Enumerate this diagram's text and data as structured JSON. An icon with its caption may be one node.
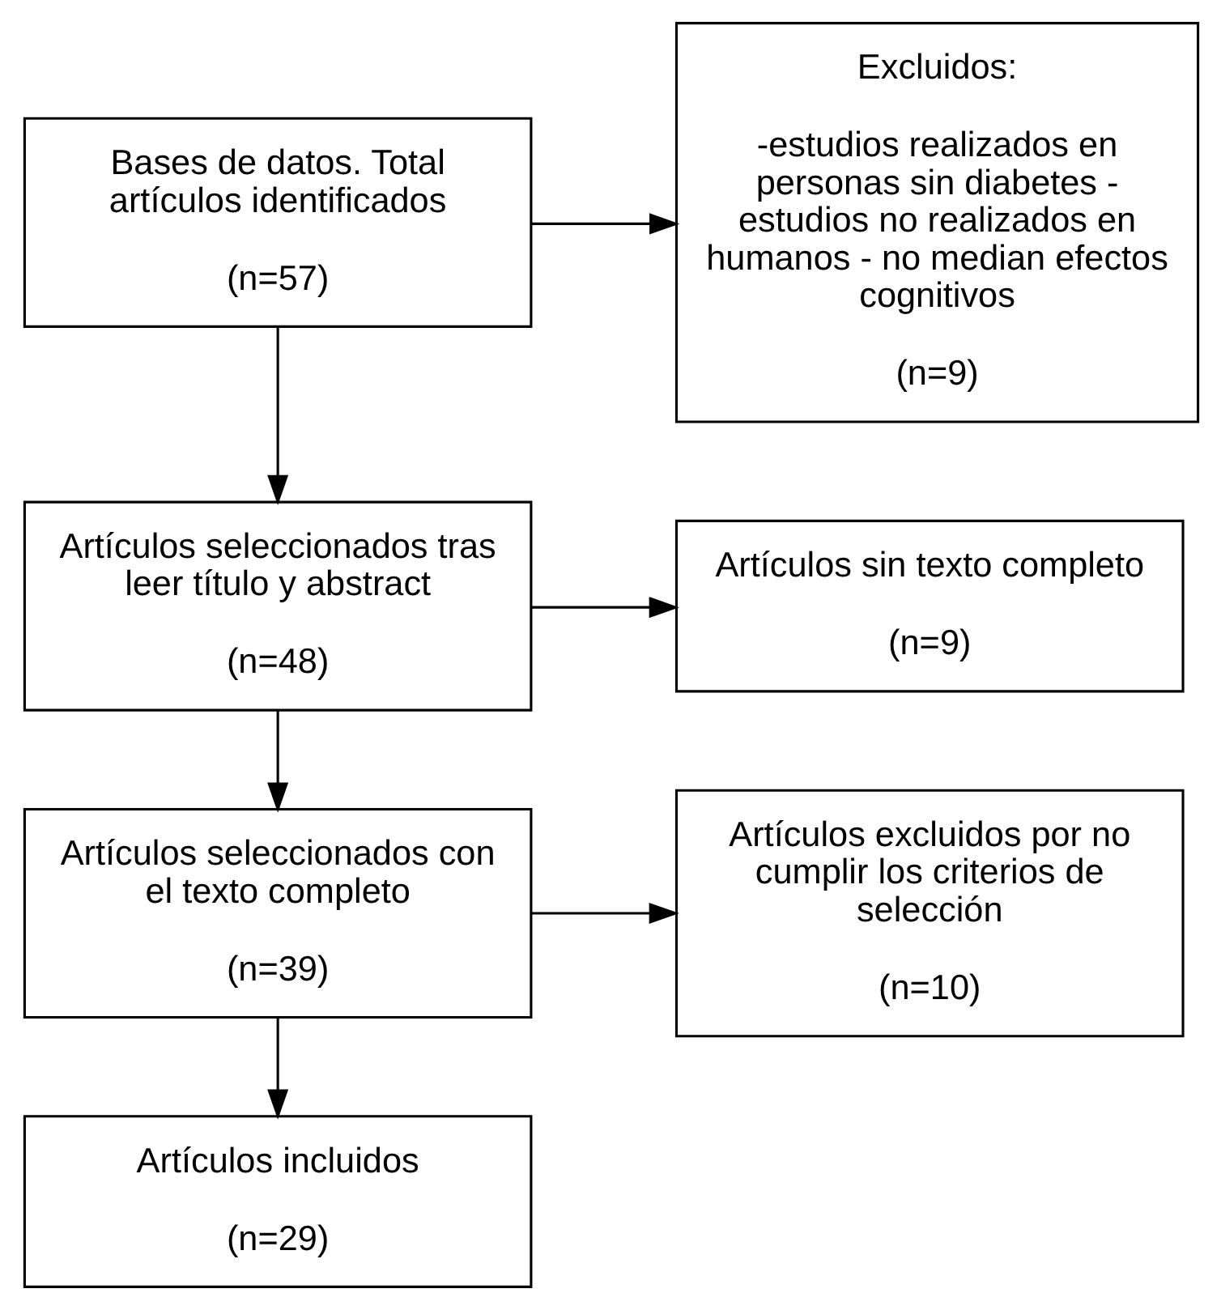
{
  "diagram": {
    "nodes": [
      {
        "text": [
          "Bases de datos. Total artículos identificados",
          "(n=57)"
        ]
      },
      {
        "text": [
          "Excluidos:",
          "-estudios realizados en personas sin diabetes - estudios no realizados en humanos - no median efectos cognitivos",
          "(n=9)"
        ]
      },
      {
        "text": [
          "Artículos seleccionados tras leer título y abstract",
          "(n=48)"
        ]
      },
      {
        "text": [
          "Artículos sin texto completo",
          "(n=9)"
        ]
      },
      {
        "text": [
          "Artículos seleccionados con el texto completo",
          "(n=39)"
        ]
      },
      {
        "text": [
          "Artículos excluidos por no cumplir los criterios de selección",
          "(n=10)"
        ]
      },
      {
        "text": [
          "Artículos incluidos",
          "(n=29)"
        ]
      }
    ],
    "edges": [
      {
        "from": 0,
        "to": 2,
        "arrow": "to"
      },
      {
        "from": 0,
        "to": 1,
        "arrow": "to"
      },
      {
        "from": 2,
        "to": 4,
        "arrow": "to"
      },
      {
        "from": 2,
        "to": 3,
        "arrow": "to"
      },
      {
        "from": 4,
        "to": 6,
        "arrow": "to"
      },
      {
        "from": 4,
        "to": 5,
        "arrow": "to"
      }
    ]
  }
}
